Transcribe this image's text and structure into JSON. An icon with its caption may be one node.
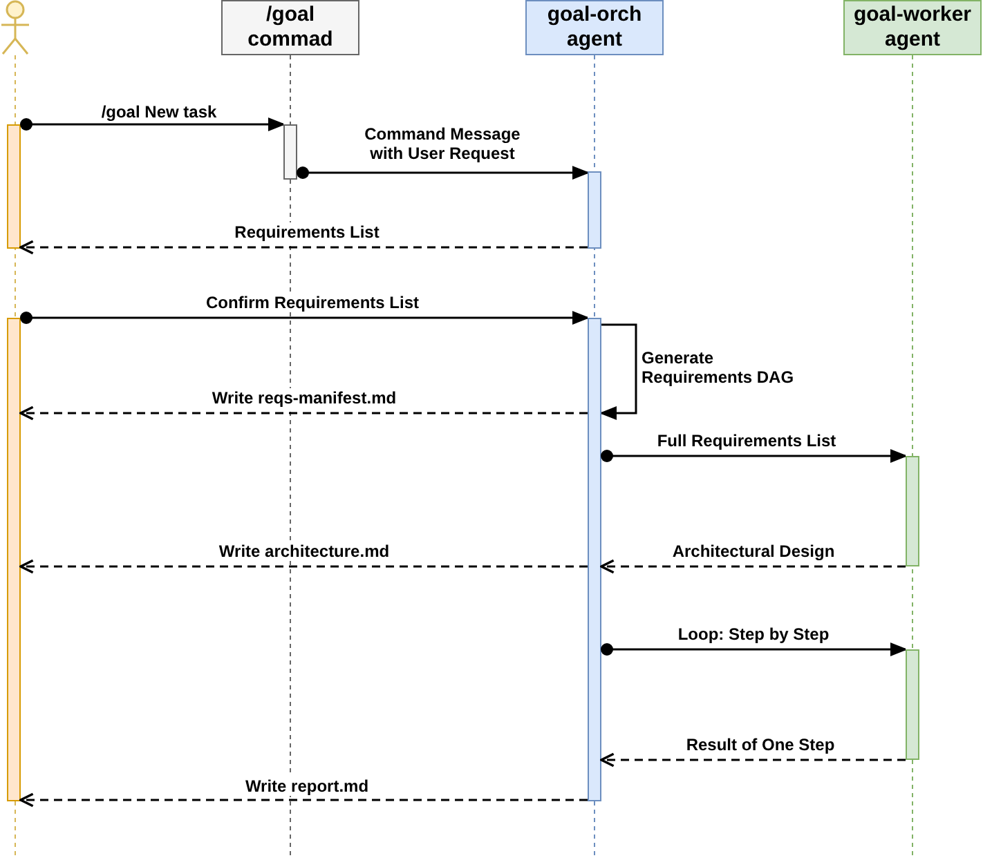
{
  "diagram": {
    "nodes": [
      {
        "text": [],
        "shape": "person"
      },
      {
        "text": [
          "/goal commad"
        ]
      },
      {
        "text": [
          "goal-orch agent"
        ]
      },
      {
        "text": [
          "goal-worker agent"
        ]
      },
      {
        "text": [],
        "shape": "bar"
      },
      {
        "text": [],
        "shape": "bar"
      },
      {
        "text": [],
        "shape": "bar"
      },
      {
        "text": [],
        "shape": "bar"
      },
      {
        "text": [],
        "shape": "bar"
      },
      {
        "text": [],
        "shape": "bar"
      },
      {
        "text": [],
        "shape": "bar"
      }
    ],
    "edges": [
      {
        "from": 4,
        "to": 5,
        "arrow": "to",
        "label": "/goal New task"
      },
      {
        "from": 5,
        "to": 6,
        "arrow": "to",
        "label": "Command Message with User Request"
      },
      {
        "from": 6,
        "to": 4,
        "arrow": "to",
        "label": "Requirements List",
        "style": "dashed"
      },
      {
        "from": 7,
        "to": 8,
        "arrow": "to",
        "label": "Confirm Requirements List"
      },
      {
        "from": 8,
        "to": 8,
        "arrow": "to",
        "label": "Generate Requirements DAG"
      },
      {
        "from": 8,
        "to": 7,
        "arrow": "to",
        "label": "Write reqs-manifest.md",
        "style": "dashed"
      },
      {
        "from": 8,
        "to": 9,
        "arrow": "to",
        "label": "Full Requirements List"
      },
      {
        "from": 9,
        "to": 8,
        "arrow": "to",
        "label": "Architectural Design",
        "style": "dashed"
      },
      {
        "from": 8,
        "to": 7,
        "arrow": "to",
        "label": "Write architecture.md",
        "style": "dashed"
      },
      {
        "from": 8,
        "to": 10,
        "arrow": "to",
        "label": "Loop: Step by Step"
      },
      {
        "from": 10,
        "to": 8,
        "arrow": "to",
        "label": "Result of One Step",
        "style": "dashed"
      },
      {
        "from": 8,
        "to": 7,
        "arrow": "to",
        "label": "Write report.md",
        "style": "dashed"
      }
    ]
  }
}
